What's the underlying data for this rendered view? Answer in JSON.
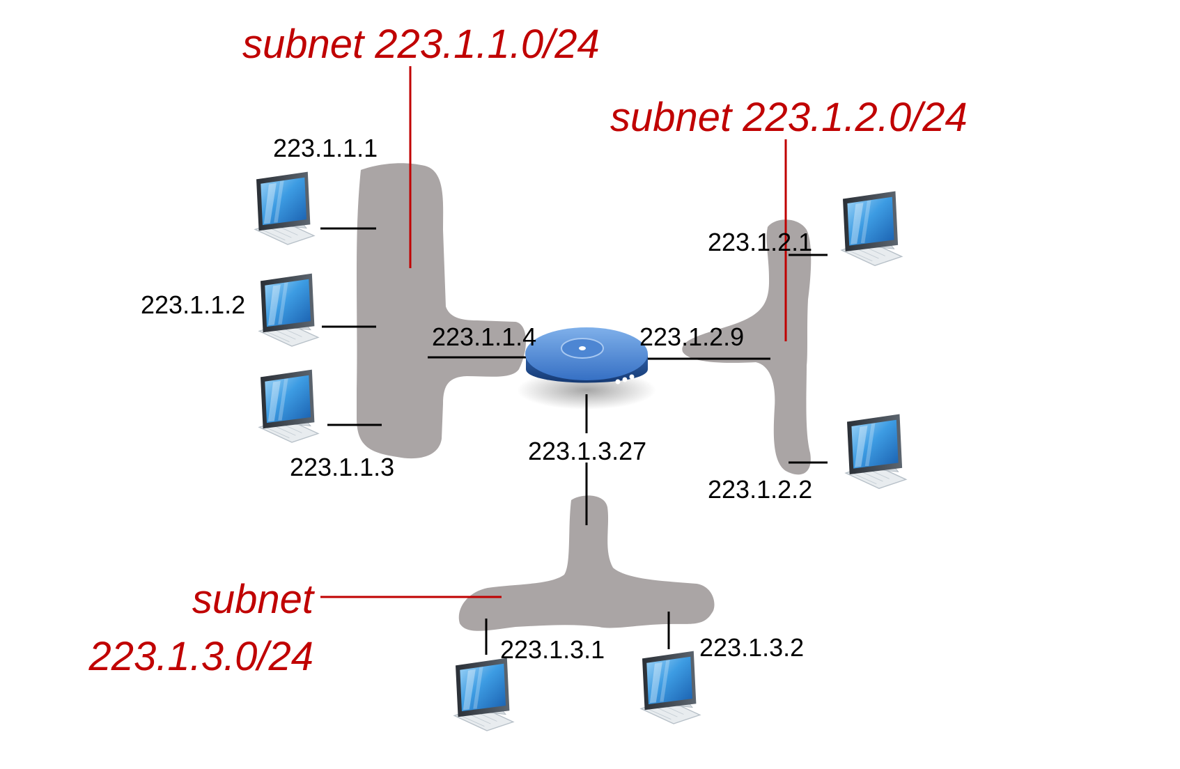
{
  "colors": {
    "subnet_label": "#c00000",
    "subnet_shape": "#aaa5a5",
    "router": "#2e66b8",
    "monitor_screen": "#3a9be0",
    "link_line": "#000000"
  },
  "subnets": [
    {
      "prefix": "subnet",
      "address": "223.1.1.0/24",
      "full": "subnet 223.1.1.0/24"
    },
    {
      "prefix": "subnet",
      "address": "223.1.2.0/24",
      "full": "subnet 223.1.2.0/24"
    },
    {
      "prefix": "subnet",
      "address": "223.1.3.0/24",
      "full": "subnet 223.1.3.0/24"
    }
  ],
  "router": {
    "icon": "router-icon",
    "interfaces": [
      "223.1.1.4",
      "223.1.2.9",
      "223.1.3.27"
    ]
  },
  "hosts": [
    {
      "ip": "223.1.1.1",
      "icon": "computer-icon"
    },
    {
      "ip": "223.1.1.2",
      "icon": "computer-icon"
    },
    {
      "ip": "223.1.1.3",
      "icon": "computer-icon"
    },
    {
      "ip": "223.1.2.1",
      "icon": "computer-icon"
    },
    {
      "ip": "223.1.2.2",
      "icon": "computer-icon"
    },
    {
      "ip": "223.1.3.1",
      "icon": "computer-icon"
    },
    {
      "ip": "223.1.3.2",
      "icon": "computer-icon"
    }
  ]
}
